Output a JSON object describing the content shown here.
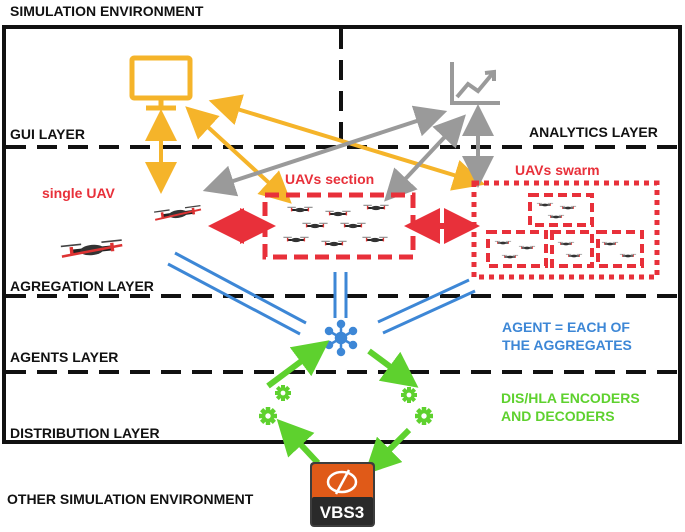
{
  "title": "SIMULATION ENVIRONMENT",
  "layers": {
    "gui": "GUI LAYER",
    "analytics": "ANALYTICS LAYER",
    "aggregation": "AGREGATION LAYER",
    "agents": "AGENTS LAYER",
    "distribution": "DISTRIBUTION LAYER"
  },
  "uav_labels": {
    "single": "single UAV",
    "section": "UAVs section",
    "swarm": "UAVs swarm"
  },
  "agent_note": [
    "AGENT = EACH OF",
    "THE AGGREGATES"
  ],
  "encoder_note": [
    "DIS/HLA ENCODERS",
    "AND DECODERS"
  ],
  "footer": "OTHER SIMULATION ENVIRONMENT",
  "logo_text": "VBS3",
  "colors": {
    "gui": "#f5b42a",
    "analytics": "#9a9a9a",
    "uav": "#e8303a",
    "agent": "#3d87d6",
    "encoder": "#5ed12e",
    "frame": "#111111"
  },
  "icons": [
    "monitor-icon",
    "chart-icon",
    "agent-network-icon",
    "gear-icon",
    "vbs3-logo"
  ]
}
